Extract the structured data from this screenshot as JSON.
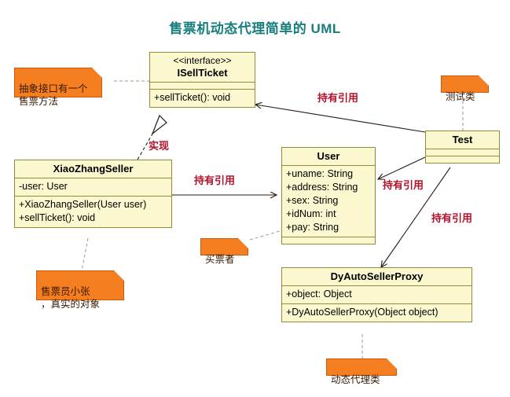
{
  "diagram": {
    "title": "售票机动态代理简单的 UML",
    "title_color": "#177d7d",
    "class_fill": "#fbf8d0",
    "class_border": "#918b3c",
    "note_fill": "#f57e20",
    "note_border": "#c85a0a",
    "label_color": "#b3122b",
    "edge_color": "#2a1a10"
  },
  "classes": {
    "isellticket": {
      "stereotype": "<<interface>>",
      "name": "ISellTicket",
      "attributes": [],
      "operations": [
        "+sellTicket(): void"
      ]
    },
    "xiaozhangseller": {
      "name": "XiaoZhangSeller",
      "attributes": [
        "-user: User"
      ],
      "operations": [
        "+XiaoZhangSeller(User user)",
        "+sellTicket(): void"
      ]
    },
    "user": {
      "name": "User",
      "attributes": [
        "+uname: String",
        "+address: String",
        "+sex: String",
        "+idNum: int",
        "+pay: String"
      ],
      "operations": []
    },
    "test": {
      "name": "Test",
      "attributes": [],
      "operations": []
    },
    "dyautosellerproxy": {
      "name": "DyAutoSellerProxy",
      "attributes": [
        "+object: Object"
      ],
      "operations": [
        "+DyAutoSellerProxy(Object object)"
      ]
    }
  },
  "notes": {
    "interface_note": "抽象接口有一个\n售票方法",
    "seller_note": "售票员小张\n，真实的对象",
    "buyer_note": "买票者",
    "test_note": "测试类",
    "proxy_note": "动态代理类"
  },
  "edge_labels": {
    "realize": "实现",
    "seller_to_user": "持有引用",
    "test_to_interface": "持有引用",
    "test_to_user": "持有引用",
    "test_to_proxy": "持有引用"
  }
}
